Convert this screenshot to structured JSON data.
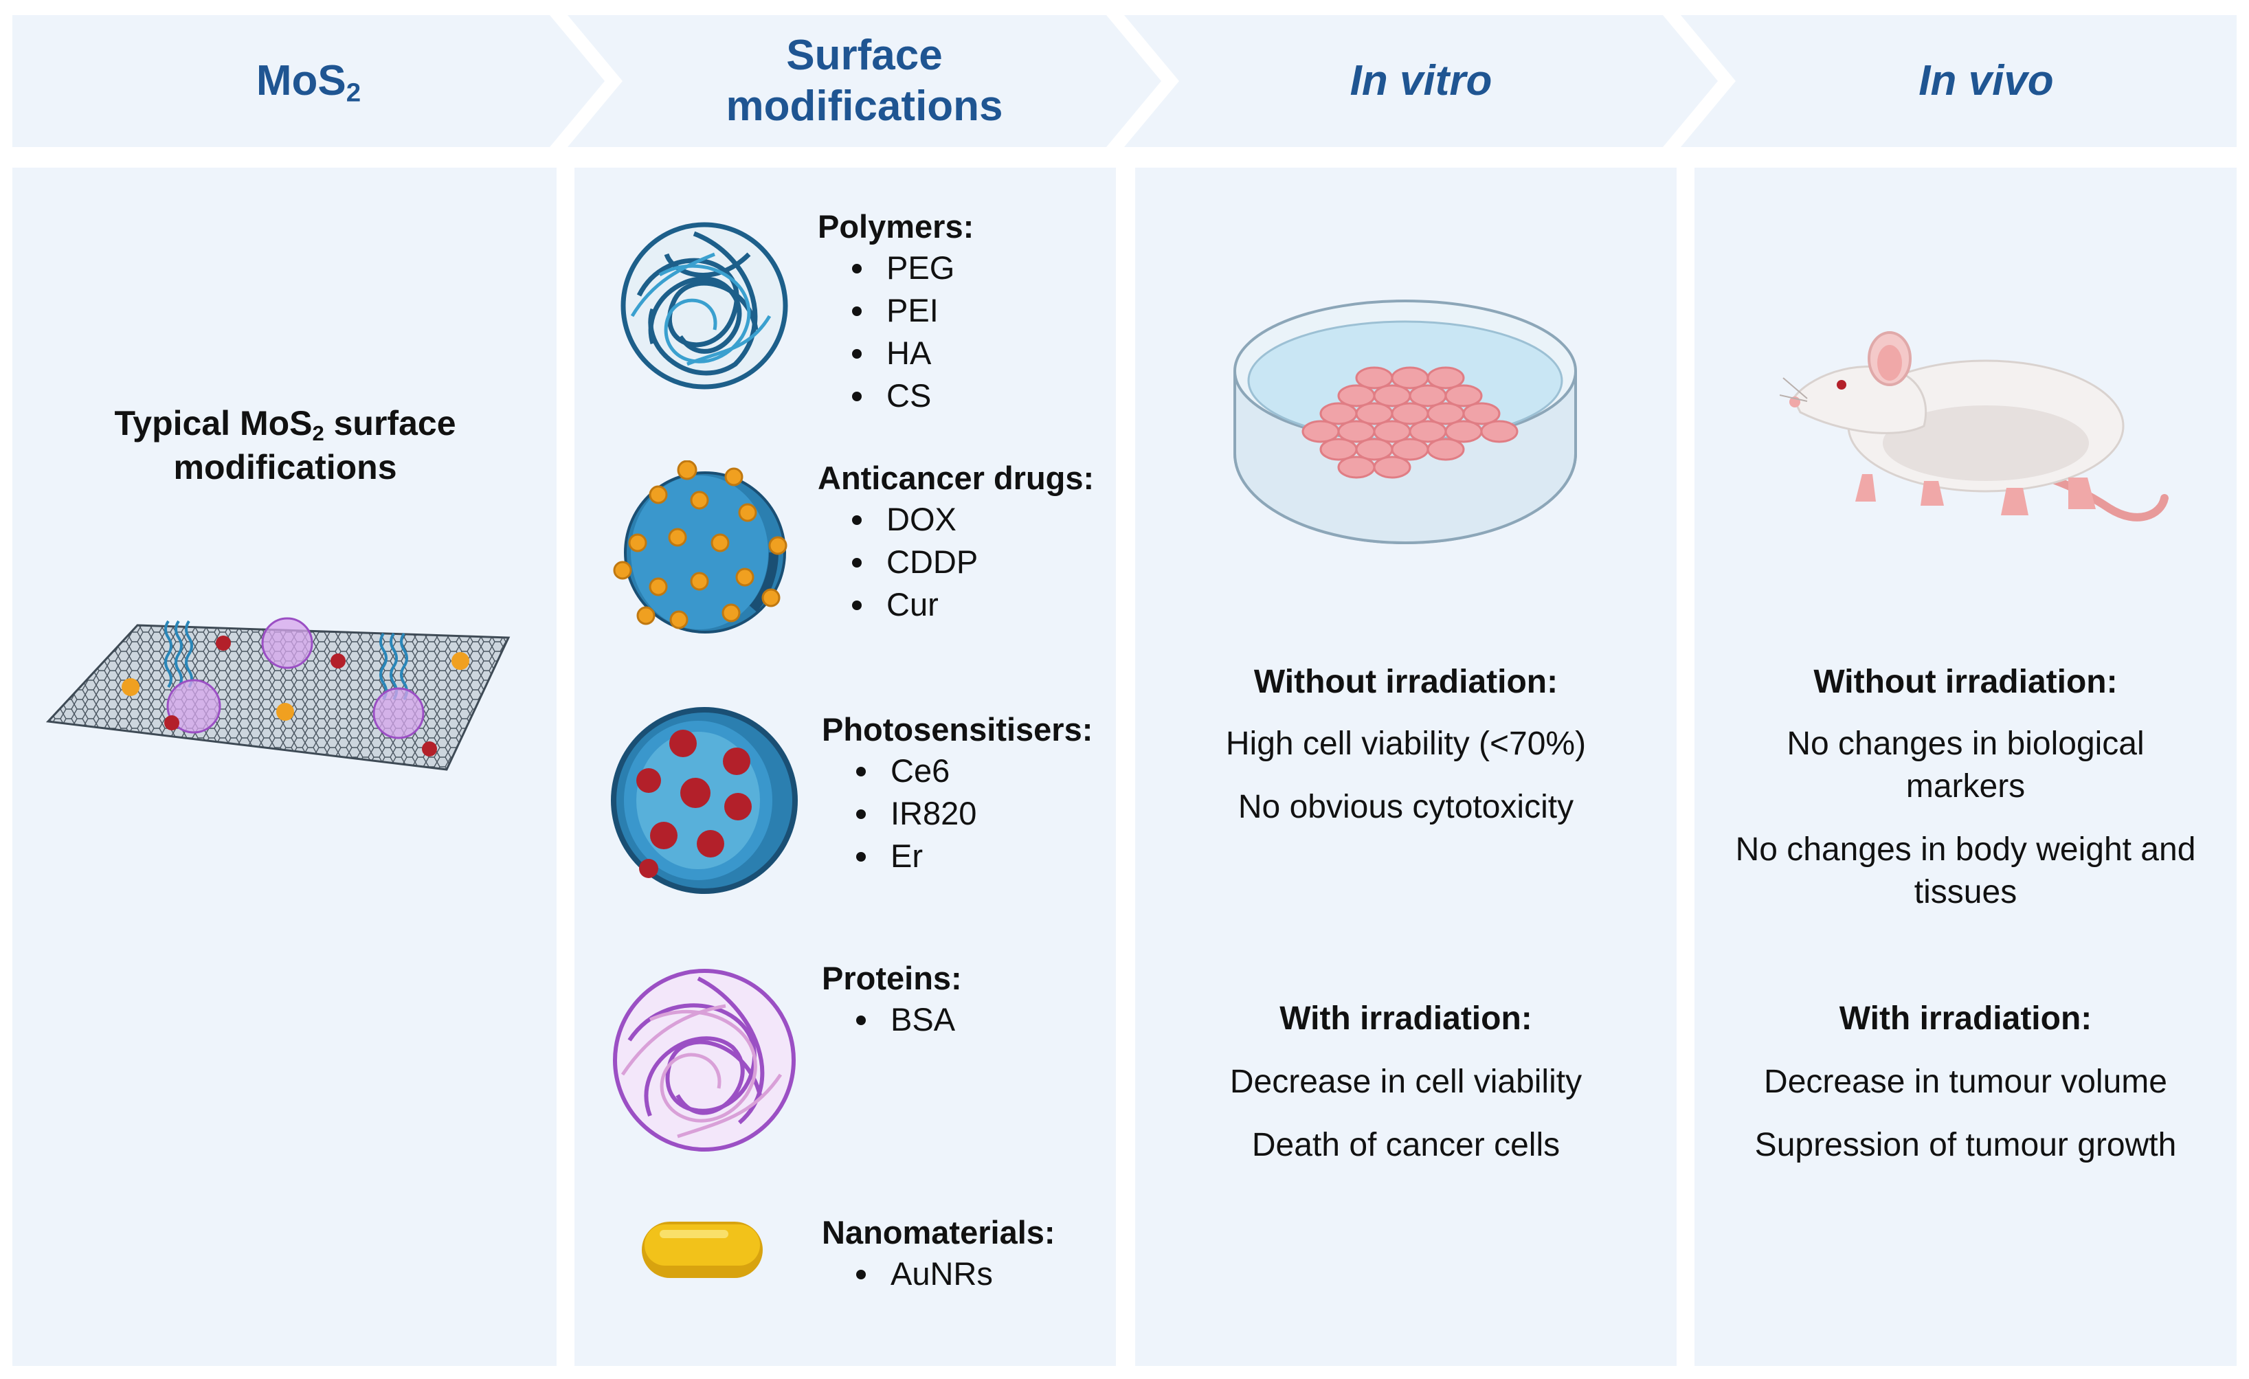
{
  "headers": {
    "col1": "MoS",
    "col1_sub": "2",
    "col2_line1": "Surface",
    "col2_line2": "modifications",
    "col3": "In vitro",
    "col4": "In vivo"
  },
  "col1": {
    "title_pre": "Typical MoS",
    "title_sub": "2",
    "title_post": " surface",
    "title_line2": "modifications"
  },
  "col2": {
    "categories": [
      {
        "name": "Polymers:",
        "items": [
          "PEG",
          "PEI",
          "HA",
          "CS"
        ]
      },
      {
        "name": "Anticancer drugs:",
        "items": [
          "DOX",
          "CDDP",
          "Cur"
        ]
      },
      {
        "name": "Photosensitisers:",
        "items": [
          "Ce6",
          "IR820",
          "Er"
        ]
      },
      {
        "name": "Proteins:",
        "items": [
          "BSA"
        ]
      },
      {
        "name": "Nanomaterials:",
        "items": [
          "AuNRs"
        ]
      }
    ]
  },
  "col3": {
    "without_title": "Without irradiation:",
    "without_1": "High cell viability (<70%)",
    "without_2": "No obvious cytotoxicity",
    "with_title": "With irradiation:",
    "with_1": "Decrease in cell viability",
    "with_2": "Death of cancer cells"
  },
  "col4": {
    "without_title": "Without irradiation:",
    "without_1_l1": "No changes in biological",
    "without_1_l2": "markers",
    "without_2_l1": "No changes in body weight and",
    "without_2_l2": "tissues",
    "with_title": "With irradiation:",
    "with_1": "Decrease in tumour volume",
    "with_2": "Supression of tumour growth"
  },
  "colors": {
    "header_bg": "#eef4fb",
    "panel_bg": "#eef4fb",
    "header_text": "#1f5592",
    "polymer_blue": "#1d5f8a",
    "drug_orange": "#f0a020",
    "photosensitiser_red": "#b3202a",
    "protein_purple": "#9b4fc4",
    "gold_rod": "#f2c21a",
    "mouse_pink": "#e89a9a"
  }
}
